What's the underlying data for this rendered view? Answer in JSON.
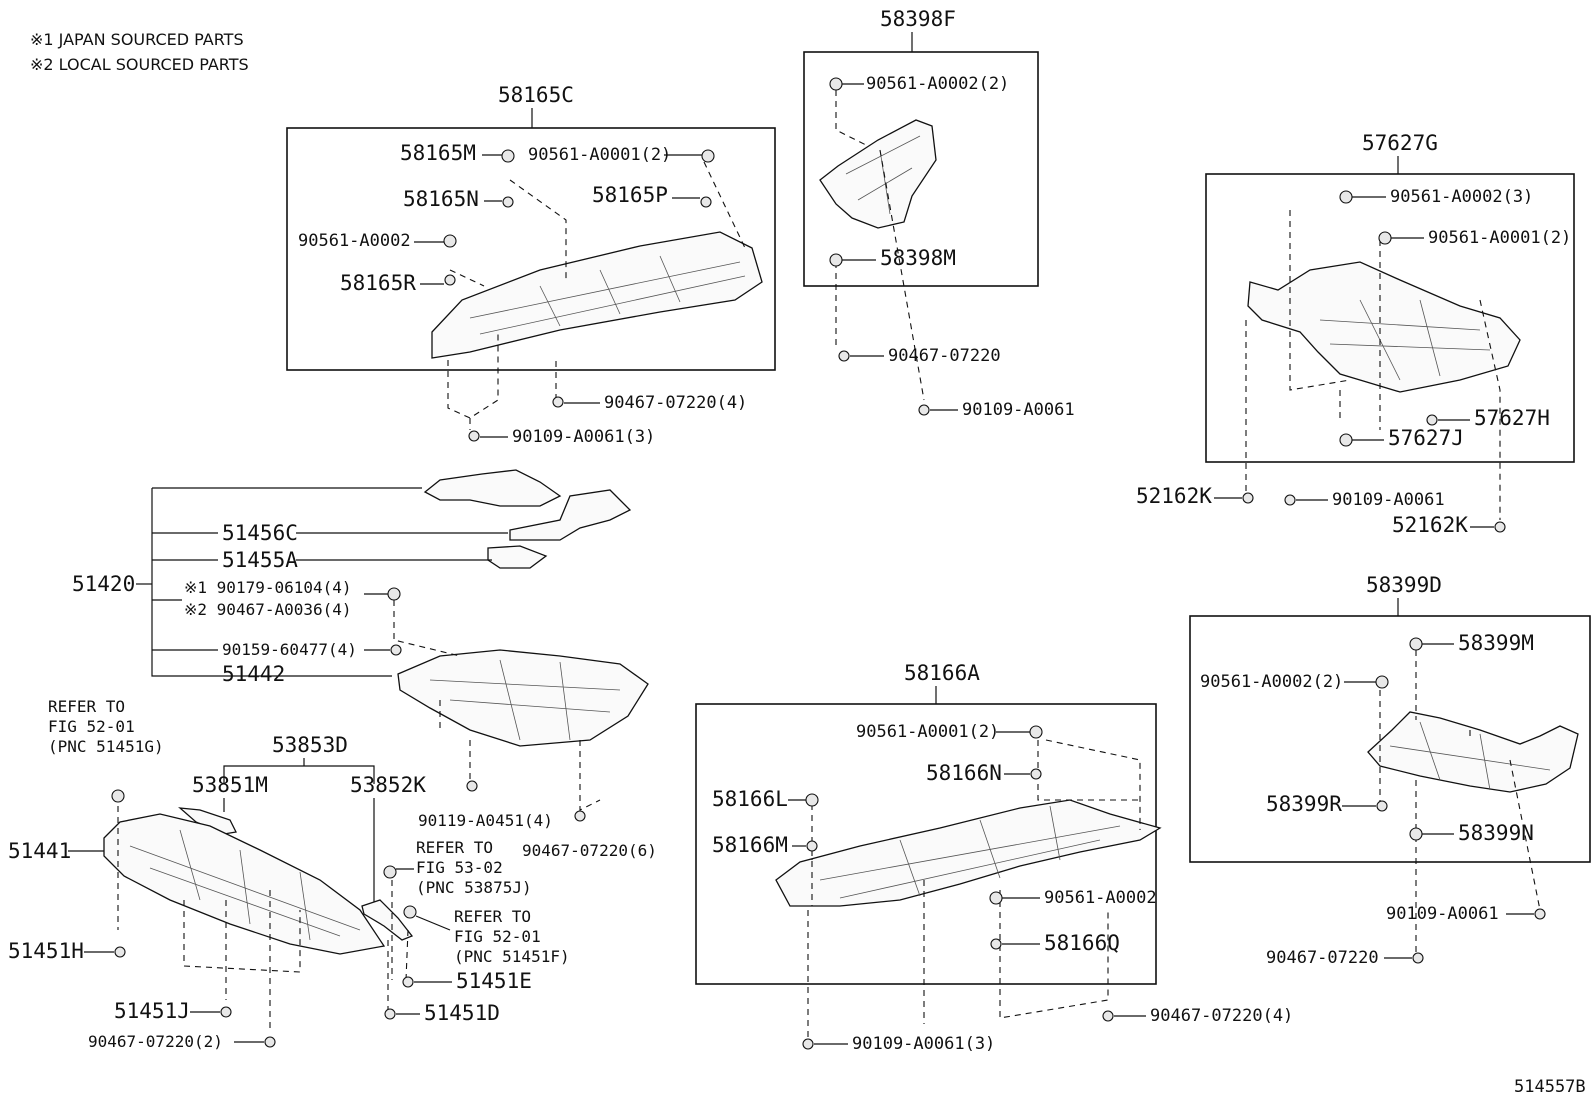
{
  "legend": {
    "line1": "※1  JAPAN SOURCED PARTS",
    "line2": "※2  LOCAL SOURCED PARTS"
  },
  "figure_id": "514557B",
  "groups": {
    "g58165C": {
      "title": "58165C",
      "m": "58165M",
      "n": "58165N",
      "p": "58165P",
      "r": "58165R",
      "clip1": "90561-A0001(2)",
      "clip2": "90561-A0002",
      "screw": "90467-07220(4)",
      "bolt": "90109-A0061(3)"
    },
    "g58398F": {
      "title": "58398F",
      "clip": "90561-A0002(2)",
      "m": "58398M",
      "screw": "90467-07220",
      "bolt": "90109-A0061"
    },
    "g57627G": {
      "title": "57627G",
      "clip1": "90561-A0002(3)",
      "clip2": "90561-A0001(2)",
      "h": "57627H",
      "j": "57627J",
      "k1": "52162K",
      "bolt": "90109-A0061",
      "k2": "52162K"
    },
    "g51420": {
      "title": "51420",
      "c": "51456C",
      "a": "51455A",
      "note1": "※1 90179-06104(4)",
      "note2": "※2 90467-A0036(4)",
      "bolt1": "90159-60477(4)",
      "p51442": "51442",
      "bolt2": "90119-A0451(4)",
      "screw": "90467-07220(6)"
    },
    "g53853D": {
      "title": "53853D",
      "m": "53851M",
      "k": "53852K",
      "p51441": "51441",
      "ref1a": "REFER TO",
      "ref1b": "FIG 52-01",
      "ref1c": "(PNC 51451G)",
      "ref2a": "REFER TO",
      "ref2b": "FIG 53-02",
      "ref2c": "(PNC 53875J)",
      "ref3a": "REFER TO",
      "ref3b": "FIG 52-01",
      "ref3c": "(PNC 51451F)",
      "h": "51451H",
      "j": "51451J",
      "e": "51451E",
      "d": "51451D",
      "screw": "90467-07220(2)"
    },
    "g58166A": {
      "title": "58166A",
      "clip1": "90561-A0001(2)",
      "n": "58166N",
      "l": "58166L",
      "m": "58166M",
      "clip2": "90561-A0002",
      "q": "58166Q",
      "screw": "90467-07220(4)",
      "bolt": "90109-A0061(3)"
    },
    "g58399D": {
      "title": "58399D",
      "m": "58399M",
      "clip": "90561-A0002(2)",
      "r": "58399R",
      "n": "58399N",
      "bolt": "90109-A0061",
      "screw": "90467-07220"
    }
  }
}
